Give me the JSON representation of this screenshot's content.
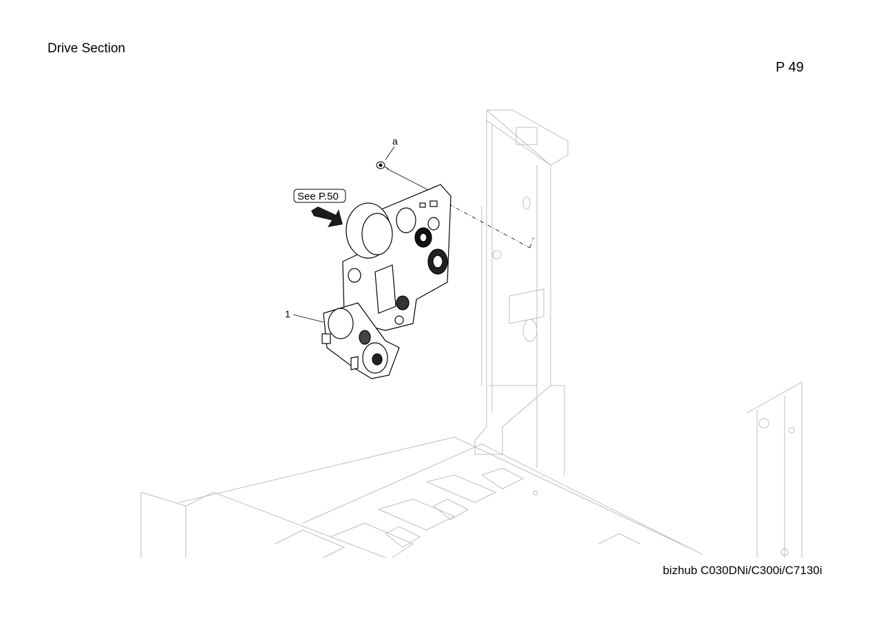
{
  "header": {
    "section_title": "Drive Section",
    "page_number": "P 49"
  },
  "diagram": {
    "callout_a": "a",
    "callout_1": "1",
    "see_reference": "See P.50"
  },
  "footer": {
    "model": "bizhub C030DNi/C300i/C7130i"
  }
}
